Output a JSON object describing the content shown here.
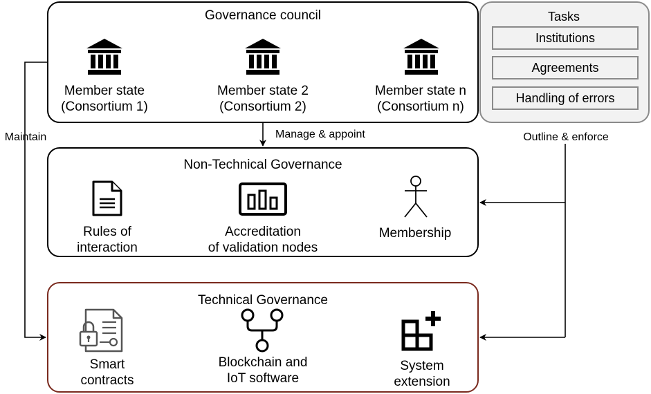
{
  "council": {
    "title": "Governance council",
    "members": [
      {
        "line1": "Member state",
        "line2": "(Consortium 1)",
        "icon": "bank-icon"
      },
      {
        "line1": "Member state 2",
        "line2": "(Consortium 2)",
        "icon": "bank-icon"
      },
      {
        "line1": "Member state n",
        "line2": "(Consortium n)",
        "icon": "bank-icon"
      }
    ]
  },
  "tasks": {
    "title": "Tasks",
    "items": [
      "Institutions",
      "Agreements",
      "Handling of errors"
    ]
  },
  "edges": {
    "maintain": "Maintain",
    "manage": "Manage & appoint",
    "outline": "Outline & enforce"
  },
  "nontech": {
    "title": "Non-Technical Governance",
    "items": [
      {
        "line1": "Rules of",
        "line2": "interaction",
        "icon": "document-icon"
      },
      {
        "line1": "Accreditation",
        "line2": "of validation nodes",
        "icon": "bar-chart-icon"
      },
      {
        "line1": "Membership",
        "icon": "person-icon"
      }
    ]
  },
  "tech": {
    "title": "Technical Governance",
    "items": [
      {
        "line1": "Smart",
        "line2": "contracts",
        "icon": "contract-lock-icon"
      },
      {
        "line1": "Blockchain and",
        "line2": "IoT software",
        "icon": "git-branch-icon"
      },
      {
        "line1": "System",
        "line2": "extension",
        "icon": "add-module-icon"
      }
    ]
  }
}
